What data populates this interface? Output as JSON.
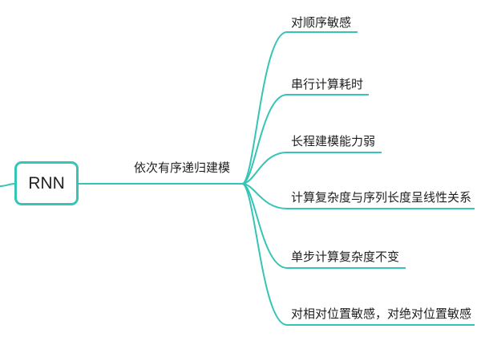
{
  "mindmap": {
    "root": {
      "label": "RNN"
    },
    "branch": {
      "label": "依次有序递归建模"
    },
    "leaves": [
      {
        "label": "对顺序敏感"
      },
      {
        "label": "串行计算耗时"
      },
      {
        "label": "长程建模能力弱"
      },
      {
        "label": "计算复杂度与序列长度呈线性关系"
      },
      {
        "label": "单步计算复杂度不变"
      },
      {
        "label": "对相对位置敏感，对绝对位置敏感"
      }
    ]
  },
  "colors": {
    "line": "#35c4b5",
    "node_border": "#35c4b5",
    "text": "#1f1f1f"
  }
}
